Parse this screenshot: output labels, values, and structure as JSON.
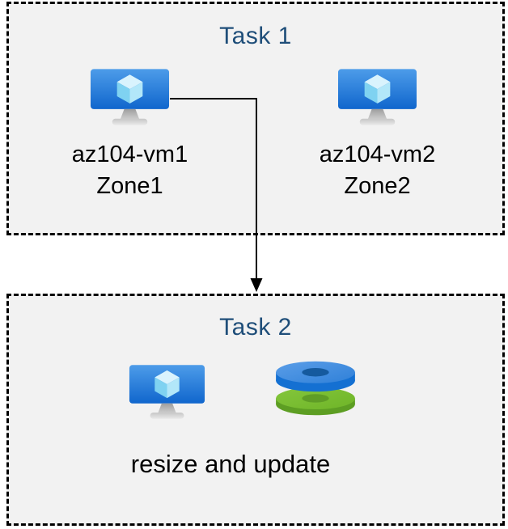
{
  "diagram": {
    "task1": {
      "title": "Task 1",
      "vms": [
        {
          "name": "az104-vm1",
          "zone": "Zone1",
          "icon": "virtual-machine-icon"
        },
        {
          "name": "az104-vm2",
          "zone": "Zone2",
          "icon": "virtual-machine-icon"
        }
      ]
    },
    "task2": {
      "title": "Task 2",
      "caption": "resize and update",
      "icons": [
        "virtual-machine-icon",
        "managed-disks-icon"
      ]
    },
    "connector": {
      "from": "az104-vm1",
      "to": "Task 2",
      "shape": "elbow-arrow-down"
    }
  },
  "colors": {
    "page_bg": "#ffffff",
    "box_bg": "#f2f2f2",
    "box_border": "#000000",
    "title_text": "#1f4e79",
    "label_text": "#000000",
    "arrow": "#000000",
    "vm_screen_top": "#4d9ce9",
    "vm_screen_bottom": "#1066cd",
    "cube_top": "#d9f3fd",
    "cube_left": "#7fd2f1",
    "cube_right": "#b2e7f9",
    "stand_dark": "#9e9e9e",
    "stand_light": "#d9d9d9",
    "disk_blue_top": "#3f8de2",
    "disk_blue_rim": "#1470d2",
    "disk_blue_hole": "#155a9e",
    "disk_green_top": "#79bd31",
    "disk_green_rim": "#5d9e23",
    "disk_green_hole": "#5f9d26"
  }
}
